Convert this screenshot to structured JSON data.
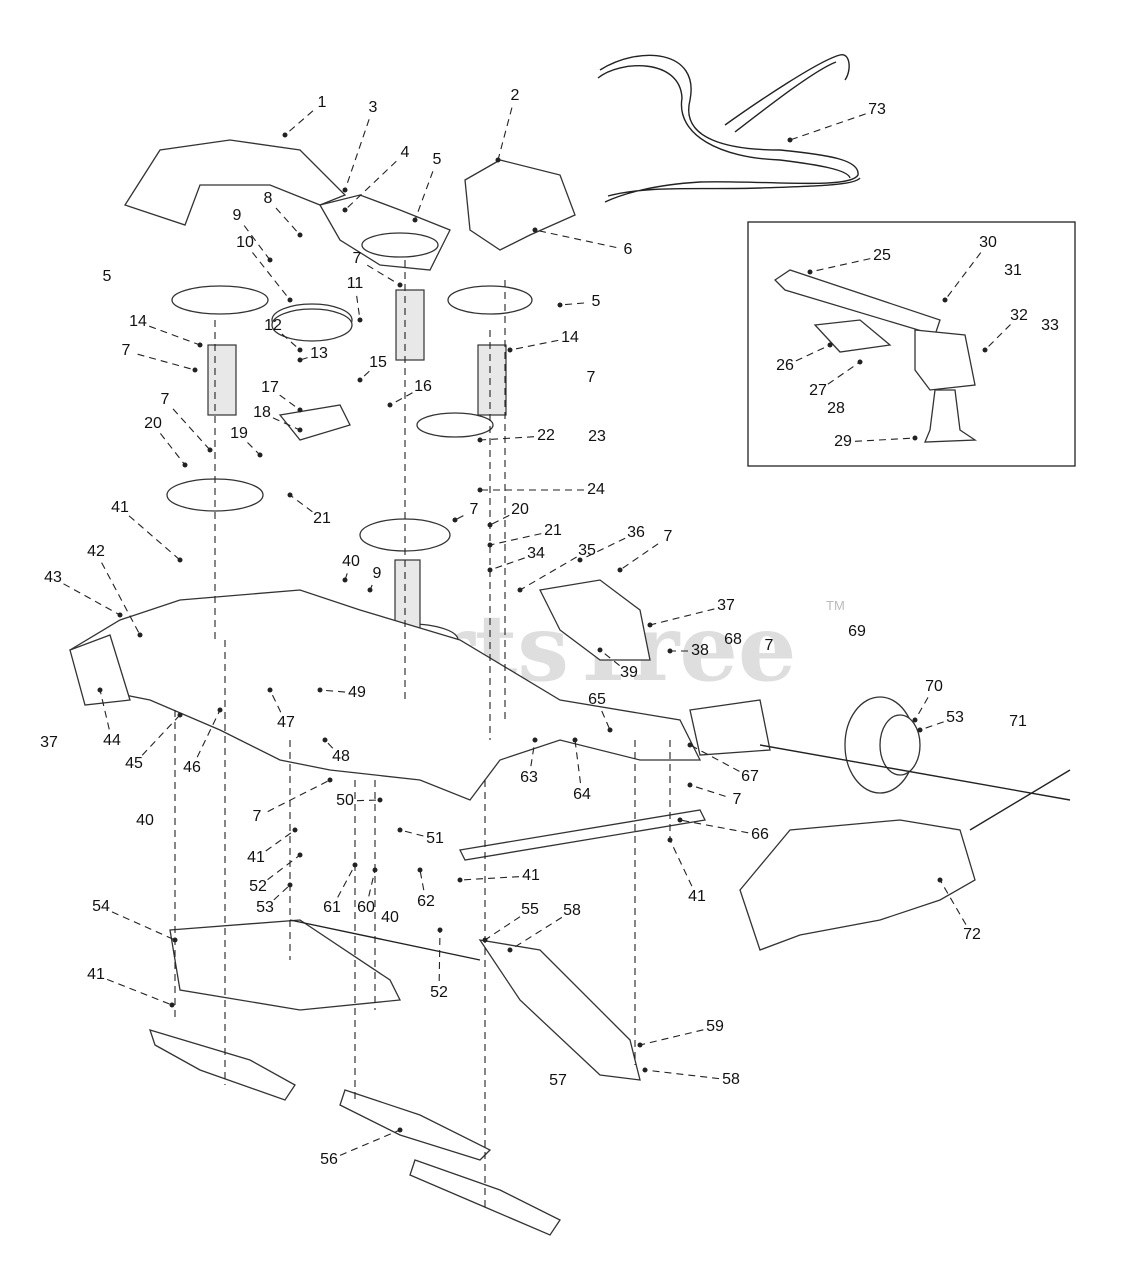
{
  "watermark": {
    "brand": "PartsTree",
    "trademark": "TM"
  },
  "callouts": [
    "1",
    "2",
    "3",
    "4",
    "5",
    "6",
    "7",
    "8",
    "9",
    "10",
    "11",
    "12",
    "13",
    "14",
    "15",
    "16",
    "17",
    "18",
    "19",
    "20",
    "21",
    "22",
    "23",
    "24",
    "25",
    "26",
    "27",
    "28",
    "29",
    "30",
    "31",
    "32",
    "33",
    "34",
    "35",
    "36",
    "37",
    "38",
    "39",
    "40",
    "41",
    "42",
    "43",
    "44",
    "45",
    "46",
    "47",
    "48",
    "49",
    "50",
    "51",
    "52",
    "53",
    "54",
    "55",
    "56",
    "57",
    "58",
    "59",
    "60",
    "61",
    "62",
    "63",
    "64",
    "65",
    "66",
    "67",
    "68",
    "69",
    "70",
    "71",
    "72",
    "73"
  ],
  "inset": {
    "part_numbers": [
      "25",
      "26",
      "27",
      "28",
      "29",
      "30",
      "31",
      "32",
      "33"
    ]
  }
}
